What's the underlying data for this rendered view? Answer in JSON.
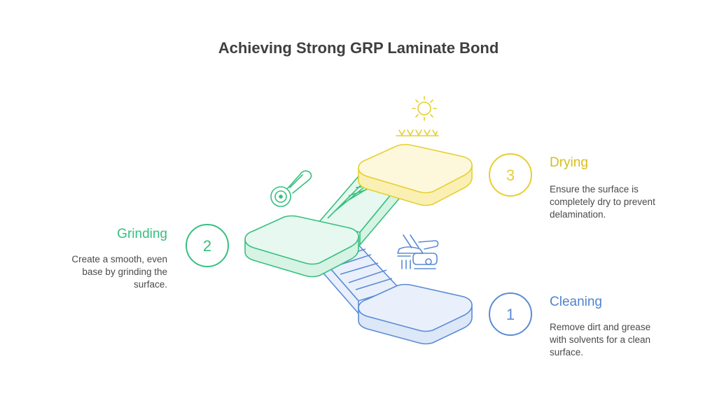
{
  "title": "Achieving Strong GRP Laminate Bond",
  "colors": {
    "cleaning": "#5b8bd6",
    "cleaning_fill": "#e9f0fb",
    "grinding": "#35c07e",
    "grinding_fill": "#e6f8ef",
    "drying": "#e6cf2e",
    "drying_fill": "#fdf8dc",
    "text": "#4a4a4a"
  },
  "steps": [
    {
      "number": "1",
      "title": "Cleaning",
      "description": [
        "Remove dirt and grease",
        "with solvents for a clean",
        "surface."
      ],
      "icon": "cleaning-tools-icon"
    },
    {
      "number": "2",
      "title": "Grinding",
      "description": [
        "Create a smooth, even",
        "base by grinding the",
        "surface."
      ],
      "icon": "grinder-icon"
    },
    {
      "number": "3",
      "title": "Drying",
      "description": [
        "Ensure the surface is",
        "completely dry to prevent",
        "delamination."
      ],
      "icon": "sun-icon"
    }
  ]
}
